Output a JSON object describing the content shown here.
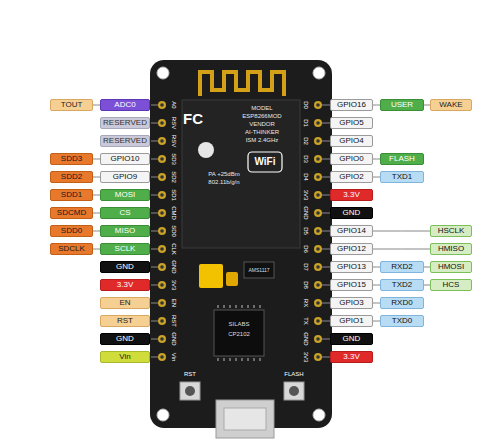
{
  "diagram": {
    "nodes": [
      {
        "text": [
          "TOUT"
        ]
      },
      {
        "text": [
          "ADC0"
        ]
      },
      {
        "text": [
          "RESERVED"
        ]
      },
      {
        "text": [
          "RESERVED"
        ]
      },
      {
        "text": [
          "SDD3"
        ]
      },
      {
        "text": [
          "GPIO10"
        ]
      },
      {
        "text": [
          "SDD2"
        ]
      },
      {
        "text": [
          "GPIO9"
        ]
      },
      {
        "text": [
          "SDD1"
        ]
      },
      {
        "text": [
          "MOSI"
        ]
      },
      {
        "text": [
          "SDCMD"
        ]
      },
      {
        "text": [
          "CS"
        ]
      },
      {
        "text": [
          "SDD0"
        ]
      },
      {
        "text": [
          "MISO"
        ]
      },
      {
        "text": [
          "SDCLK"
        ]
      },
      {
        "text": [
          "SCLK"
        ]
      },
      {
        "text": [
          "GND"
        ]
      },
      {
        "text": [
          "3.3V"
        ]
      },
      {
        "text": [
          "EN"
        ]
      },
      {
        "text": [
          "RST"
        ]
      },
      {
        "text": [
          "GND"
        ]
      },
      {
        "text": [
          "Vin"
        ]
      },
      {
        "text": [
          "GPIO16"
        ]
      },
      {
        "text": [
          "USER"
        ]
      },
      {
        "text": [
          "WAKE"
        ]
      },
      {
        "text": [
          "GPIO5"
        ]
      },
      {
        "text": [
          "GPIO4"
        ]
      },
      {
        "text": [
          "GPIO0"
        ]
      },
      {
        "text": [
          "FLASH"
        ]
      },
      {
        "text": [
          "GPIO2"
        ]
      },
      {
        "text": [
          "TXD1"
        ]
      },
      {
        "text": [
          "3.3V"
        ]
      },
      {
        "text": [
          "GND"
        ]
      },
      {
        "text": [
          "GPIO14"
        ]
      },
      {
        "text": [
          "HSCLK"
        ]
      },
      {
        "text": [
          "GPIO12"
        ]
      },
      {
        "text": [
          "HMISO"
        ]
      },
      {
        "text": [
          "GPIO13"
        ]
      },
      {
        "text": [
          "RXD2"
        ]
      },
      {
        "text": [
          "HMOSI"
        ]
      },
      {
        "text": [
          "GPIO15"
        ]
      },
      {
        "text": [
          "TXD2"
        ]
      },
      {
        "text": [
          "HCS"
        ]
      },
      {
        "text": [
          "GPIO3"
        ]
      },
      {
        "text": [
          "RXD0"
        ]
      },
      {
        "text": [
          "GPIO1"
        ]
      },
      {
        "text": [
          "TXD0"
        ]
      },
      {
        "text": [
          "GND"
        ]
      },
      {
        "text": [
          "3.3V"
        ]
      }
    ],
    "edges": [
      {
        "from": 1,
        "to": 0,
        "arrow": "none"
      },
      {
        "from": 5,
        "to": 4,
        "arrow": "none"
      },
      {
        "from": 7,
        "to": 6,
        "arrow": "none"
      },
      {
        "from": 9,
        "to": 8,
        "arrow": "none"
      },
      {
        "from": 11,
        "to": 10,
        "arrow": "none"
      },
      {
        "from": 13,
        "to": 12,
        "arrow": "none"
      },
      {
        "from": 15,
        "to": 14,
        "arrow": "none"
      },
      {
        "from": 22,
        "to": 23,
        "arrow": "none"
      },
      {
        "from": 23,
        "to": 24,
        "arrow": "none"
      },
      {
        "from": 27,
        "to": 28,
        "arrow": "none"
      },
      {
        "from": 29,
        "to": 30,
        "arrow": "none"
      },
      {
        "from": 33,
        "to": 34,
        "arrow": "none"
      },
      {
        "from": 35,
        "to": 36,
        "arrow": "none"
      },
      {
        "from": 37,
        "to": 38,
        "arrow": "none"
      },
      {
        "from": 38,
        "to": 39,
        "arrow": "none"
      },
      {
        "from": 40,
        "to": 41,
        "arrow": "none"
      },
      {
        "from": 41,
        "to": 42,
        "arrow": "none"
      },
      {
        "from": 43,
        "to": 44,
        "arrow": "none"
      },
      {
        "from": 45,
        "to": 46,
        "arrow": "none"
      }
    ],
    "labels": [
      "A0",
      "RSV",
      "RSV",
      "SD3",
      "SD2",
      "SD1",
      "CMD",
      "SD0",
      "CLK",
      "GND",
      "3V3",
      "EN",
      "RST",
      "GND",
      "Vin",
      "D0",
      "D1",
      "D2",
      "D3",
      "D4",
      "3V3",
      "GND",
      "D5",
      "D6",
      "D7",
      "D8",
      "RX",
      "TX",
      "GND",
      "3V3",
      "FC",
      "MODEL",
      "ESP8266MOD",
      "VENDOR",
      "AI-THINKER",
      "ISM 2.4GHz",
      "PA +25dBm",
      "802.11b/g/n",
      "WiFi",
      "AMS1117",
      "SILABS",
      "CP2102",
      "RST",
      "FLASH"
    ]
  }
}
